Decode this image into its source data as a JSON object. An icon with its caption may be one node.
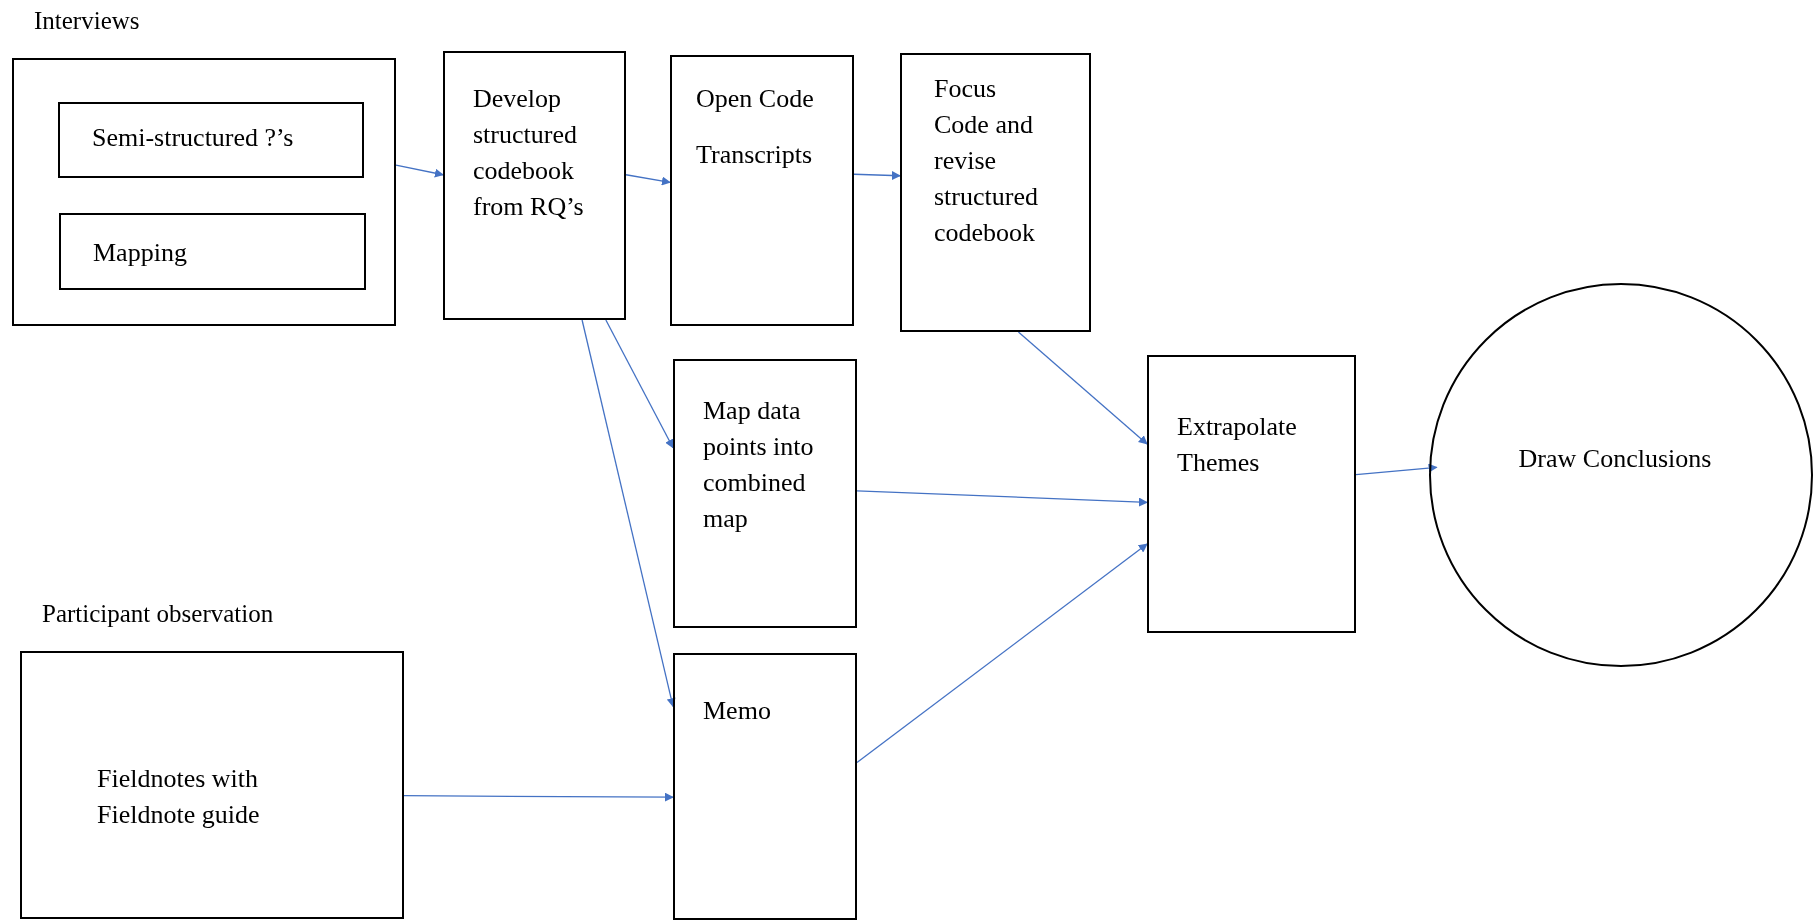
{
  "diagram": {
    "nodes": [
      {
        "text": [
          "Interviews"
        ]
      },
      {
        "text": [
          "Semi-structured ?’s"
        ],
        "in": 0
      },
      {
        "text": [
          "Mapping"
        ],
        "in": 0
      },
      {
        "text": [
          "Develop structured codebook from RQ’s"
        ]
      },
      {
        "text": [
          "Open Code",
          "Transcripts"
        ]
      },
      {
        "text": [
          "Focus Code and revise structured codebook"
        ]
      },
      {
        "text": [
          "Map data points into combined map"
        ]
      },
      {
        "text": [
          "Participant observation",
          "Fieldnotes with Fieldnote guide"
        ]
      },
      {
        "text": [
          "Memo"
        ]
      },
      {
        "text": [
          "Extrapolate Themes"
        ]
      },
      {
        "text": [
          "Draw Conclusions"
        ]
      }
    ],
    "edges": [
      {
        "from": 0,
        "to": 3,
        "arrow": "to"
      },
      {
        "from": 3,
        "to": 4,
        "arrow": "to"
      },
      {
        "from": 4,
        "to": 5,
        "arrow": "to"
      },
      {
        "from": 3,
        "to": 6,
        "arrow": "to"
      },
      {
        "from": 3,
        "to": 8,
        "arrow": "to"
      },
      {
        "from": 5,
        "to": 9,
        "arrow": "to"
      },
      {
        "from": 6,
        "to": 9,
        "arrow": "to"
      },
      {
        "from": 8,
        "to": 9,
        "arrow": "to"
      },
      {
        "from": 7,
        "to": 8,
        "arrow": "to"
      },
      {
        "from": 9,
        "to": 10,
        "arrow": "to"
      }
    ]
  }
}
